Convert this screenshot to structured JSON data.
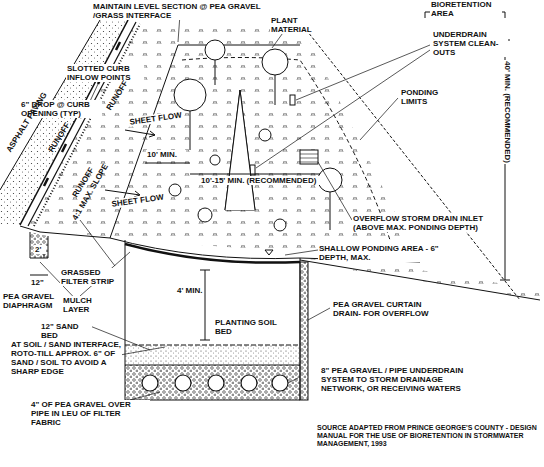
{
  "diagram": {
    "labels": [
      "MAINTAIN LEVEL SECTION @ PEA GRAVEL /GRASS INTERFACE",
      "PLANT MATERIAL",
      "BIORETENTION AREA",
      "UNDERDRAIN SYSTEM CLEAN-OUTS",
      "SLOTTED CURB INFLOW POINTS",
      "6\" DROP @ CURB OPENING (TYP)",
      "RUNOFF",
      "ASPHALT PAVING",
      "RUNOFF",
      "RUNOFF",
      "SHEET FLOW",
      "10' MIN.",
      "PONDING LIMITS",
      "40' MIN. (RECOMMENDED)",
      "10'-15' MIN. (RECOMMENDED)",
      "SHEET FLOW",
      "4:1 MAX. SLOPE",
      "2'",
      "12\"",
      "PEA GRAVEL DIAPHRAGM",
      "GRASSED FILTER STRIP",
      "OVERFLOW STORM DRAIN INLET (ABOVE MAX. PONDING DEPTH)",
      "SHALLOW PONDING AREA - 6\" DEPTH, MAX.",
      "MULCH LAYER",
      "4' MIN.",
      "PLANTING SOIL BED",
      "PEA GRAVEL CURTAIN DRAIN- FOR OVERFLOW",
      "12\" SAND BED",
      "AT SOIL / SAND INTERFACE, ROTO-TILL APPROX. 6\" OF SAND / SOIL TO AVOID A SHARP EDGE",
      "8\" PEA GRAVEL / PIPE UNDERDRAIN SYSTEM TO STORM DRAINAGE NETWORK, OR RECEIVING WATERS",
      "4\" OF PEA GRAVEL OVER PIPE IN LEU OF FILTER FABRIC",
      "SOURCE ADAPTED FROM PRINCE GEORGE'S COUNTY - DESIGN MANUAL FOR THE USE OF BIORETENTION IN STORMWATER MANAGEMENT, 1993"
    ]
  }
}
